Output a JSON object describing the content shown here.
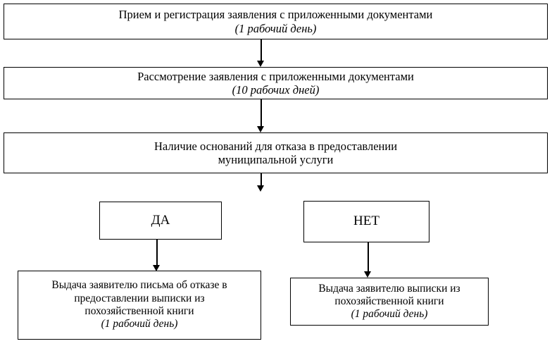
{
  "diagram": {
    "title": "Блок-схема предоставления муниципальной услуги",
    "language": "ru",
    "background_color": "#ffffff",
    "line_color": "#000000",
    "text_color": "#000000"
  },
  "nodes": {
    "intake": {
      "line1": "Прием и регистрация заявления с приложенными документами",
      "line2": "(1 рабочий день)"
    },
    "review": {
      "line1": "Рассмотрение заявления с приложенными документами",
      "line2": "(10 рабочих дней)"
    },
    "grounds": {
      "line1": "Наличие оснований для отказа в предоставлении",
      "line2": "муниципальной услуги"
    },
    "yes": {
      "label": "ДА"
    },
    "no": {
      "label": "НЕТ"
    },
    "refusal": {
      "line1": "Выдача заявителю письма об отказе в",
      "line2": "предоставлении выписки из",
      "line3": "похозяйственной книги",
      "line4": "(1 рабочий день)"
    },
    "issue": {
      "line1": "Выдача заявителю выписки из",
      "line2": "похозяйственной книги",
      "line3": "(1 рабочий день)"
    }
  },
  "connectors": {
    "intake_to_review": {
      "icon": "arrow-down-icon"
    },
    "review_to_grounds": {
      "icon": "arrow-down-icon"
    },
    "grounds_to_split": {
      "icon": "arrow-down-icon"
    },
    "yes_to_refusal": {
      "icon": "arrow-down-icon"
    },
    "no_to_issue": {
      "icon": "arrow-down-icon"
    }
  }
}
